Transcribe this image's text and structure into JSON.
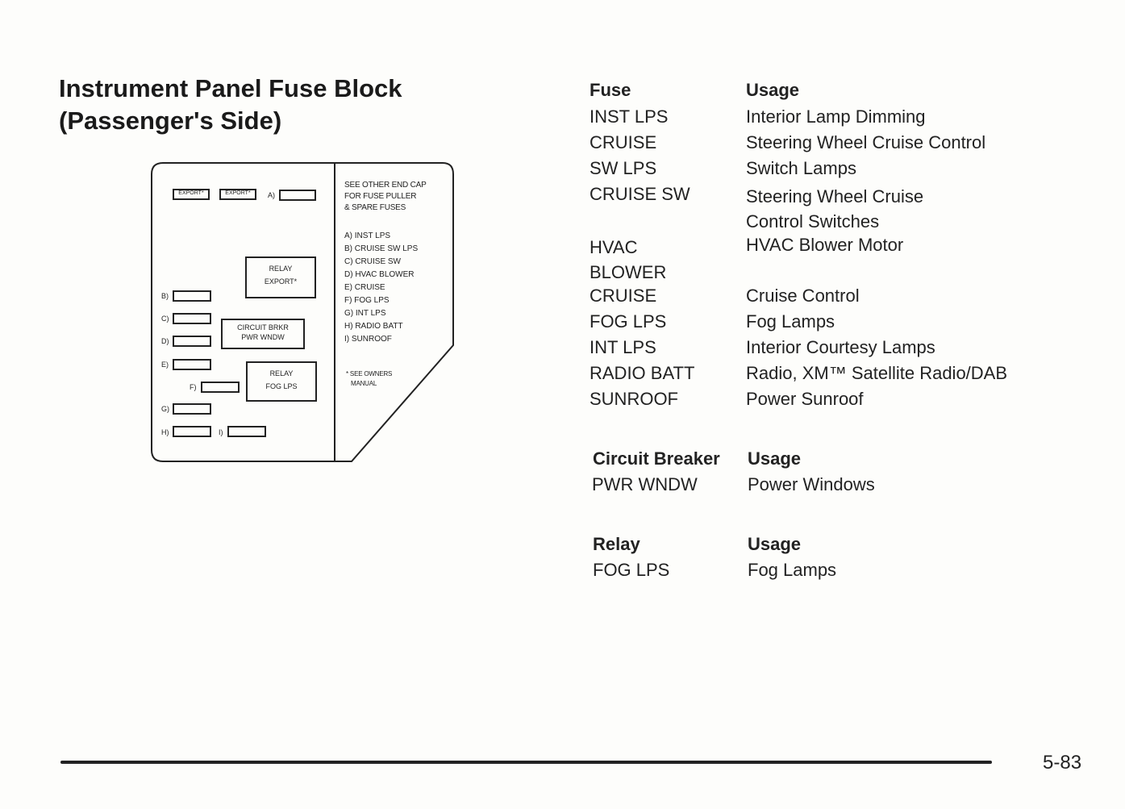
{
  "title": {
    "line1": "Instrument Panel Fuse Block",
    "line2": "(Passenger's Side)"
  },
  "diagram": {
    "note": [
      "SEE OTHER END CAP",
      "FOR FUSE PULLER",
      "& SPARE FUSES"
    ],
    "legend": [
      "A) INST LPS",
      "B) CRUISE SW LPS",
      "C) CRUISE SW",
      "D) HVAC BLOWER",
      "E) CRUISE",
      "F) FOG LPS",
      "G) INT LPS",
      "H) RADIO BATT",
      "I) SUNROOF"
    ],
    "owners_note": [
      "* SEE OWNERS",
      "MANUAL"
    ],
    "export_label": "EXPORT*",
    "relay_export": [
      "RELAY",
      "EXPORT*"
    ],
    "circuit_breaker": [
      "CIRCUIT BRKR",
      "PWR WNDW"
    ],
    "relay_fog": [
      "RELAY",
      "FOG LPS"
    ],
    "slot_letters": [
      "A)",
      "B)",
      "C)",
      "D)",
      "E)",
      "F)",
      "G)",
      "H)",
      "I)"
    ]
  },
  "fuse_table": {
    "header": {
      "fuse": "Fuse",
      "usage": "Usage"
    },
    "rows": [
      {
        "fuse": "INST LPS",
        "usage": "Interior Lamp Dimming"
      },
      {
        "fuse": "CRUISE",
        "usage": "Steering Wheel Cruise Control"
      },
      {
        "fuse": "SW LPS",
        "usage": "Switch Lamps"
      },
      {
        "fuse": "CRUISE SW",
        "usage": "Steering Wheel Cruise",
        "usage2": "Control Switches"
      },
      {
        "fuse": "HVAC",
        "fuse2": "BLOWER",
        "usage": "HVAC Blower Motor"
      },
      {
        "fuse": "CRUISE",
        "usage": "Cruise Control"
      },
      {
        "fuse": "FOG LPS",
        "usage": "Fog Lamps"
      },
      {
        "fuse": "INT LPS",
        "usage": "Interior Courtesy Lamps"
      },
      {
        "fuse": "RADIO BATT",
        "usage": "Radio, XM™ Satellite Radio/DAB"
      },
      {
        "fuse": "SUNROOF",
        "usage": "Power Sunroof"
      }
    ]
  },
  "breaker_table": {
    "header": {
      "name": "Circuit Breaker",
      "usage": "Usage"
    },
    "rows": [
      {
        "name": "PWR WNDW",
        "usage": "Power Windows"
      }
    ]
  },
  "relay_table": {
    "header": {
      "name": "Relay",
      "usage": "Usage"
    },
    "rows": [
      {
        "name": "FOG LPS",
        "usage": "Fog Lamps"
      }
    ]
  },
  "page_number": "5-83"
}
